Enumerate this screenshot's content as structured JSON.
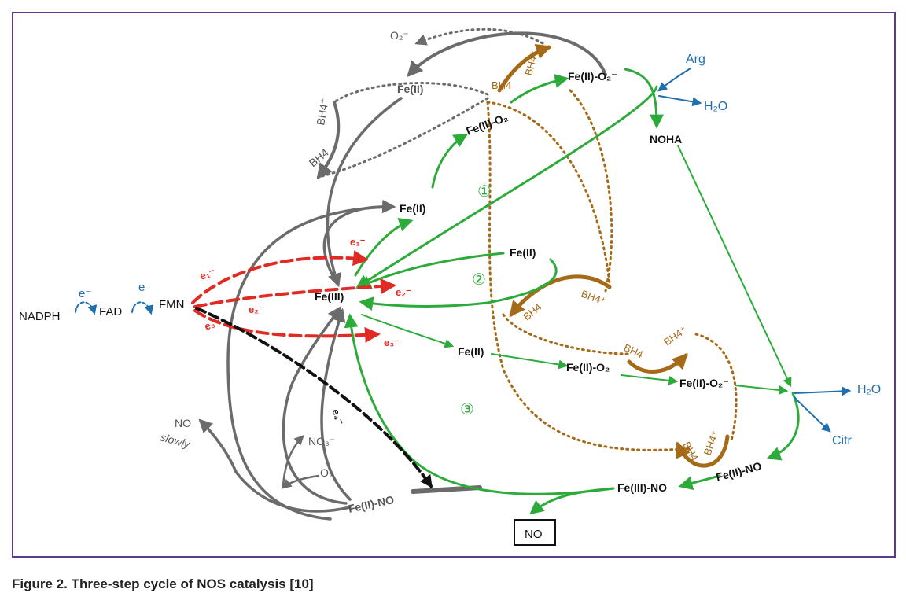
{
  "figure": {
    "caption": "Figure 2. Three-step cycle of NOS catalysis [10]"
  },
  "colors": {
    "frame": "#5a3a8c",
    "green": "#2cab3a",
    "red": "#e02a24",
    "gray": "#6b6b6b",
    "brown": "#a46a17",
    "blue": "#1e6fb0",
    "black": "#111111"
  },
  "electron_chain": {
    "nadph": "NADPH",
    "fad": "FAD",
    "fmn": "FMN",
    "e_label": "e⁻"
  },
  "species": {
    "fe3_center": "Fe(III)",
    "fe2_top_center": "Fe(II)",
    "fe2_gray": "Fe(II)",
    "fe2_o2_top": "Fe(II)-O₂",
    "fe2_o2minus_top": "Fe(II)-O₂⁻",
    "noha": "NOHA",
    "fe2_mid": "Fe(II)",
    "fe2_bottom": "Fe(II)",
    "fe2_o2_bottom": "Fe(II)-O₂",
    "fe2_o2minus_bottom": "Fe(II)-O₂⁻",
    "fe2_no_right": "Fe(II)-NO",
    "fe3_no": "Fe(III)-NO",
    "fe2_no_left": "Fe(II)-NO",
    "no_box": "NO"
  },
  "reagents": {
    "arg": "Arg",
    "h2o_top": "H₂O",
    "h2o_right": "H₂O",
    "citr": "Citr",
    "o2minus": "O₂⁻",
    "no3minus": "NO₃⁻",
    "o2": "O₂",
    "no_gray": "NO",
    "slowly": "slowly"
  },
  "cofactors": {
    "bh4": "BH4",
    "bh4_plus": "BH4⁺"
  },
  "electrons": {
    "e1_top": "e₁⁻",
    "e1_left": "e₁⁻",
    "e2_right": "e₂⁻",
    "e2_left": "e₂⁻",
    "e3_left": "e₃⁻",
    "e3_bottom": "e₃⁻",
    "e4": "e₄⁻"
  },
  "cycles": {
    "one": "①",
    "two": "②",
    "three": "③"
  }
}
